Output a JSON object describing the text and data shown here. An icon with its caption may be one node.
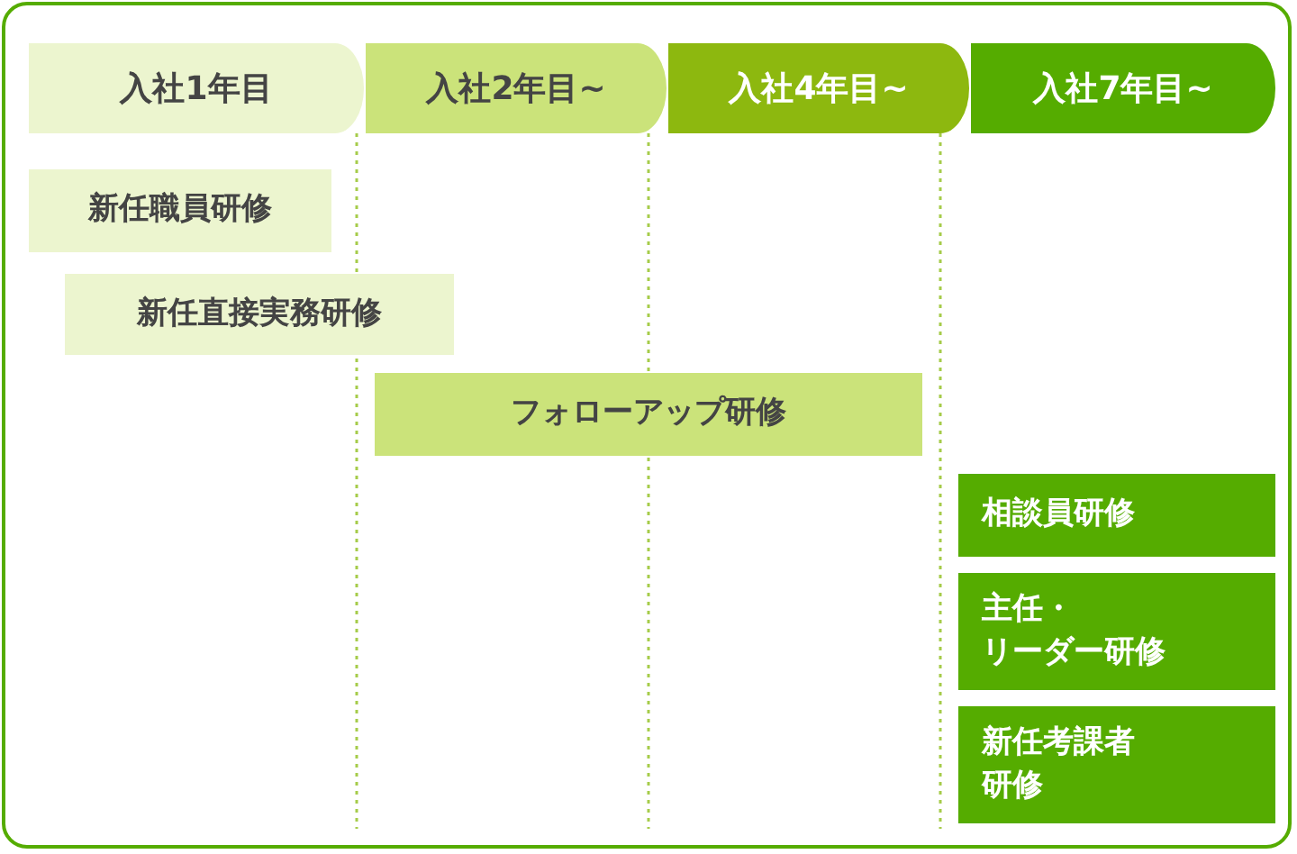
{
  "diagram": {
    "nodes": [
      {
        "text": [
          "入社1年目"
        ]
      },
      {
        "text": [
          "入社2年目~"
        ]
      },
      {
        "text": [
          "入社4年目~"
        ]
      },
      {
        "text": [
          "入社7年目~"
        ]
      },
      {
        "text": [
          "新任職員研修"
        ]
      },
      {
        "text": [
          "新任直接実務研修"
        ]
      },
      {
        "text": [
          "フォローアップ研修"
        ]
      },
      {
        "text": [
          "相談員研修"
        ]
      },
      {
        "text": [
          "主任・リーダー研修"
        ]
      },
      {
        "text": [
          "新任考課者研修"
        ]
      }
    ]
  }
}
